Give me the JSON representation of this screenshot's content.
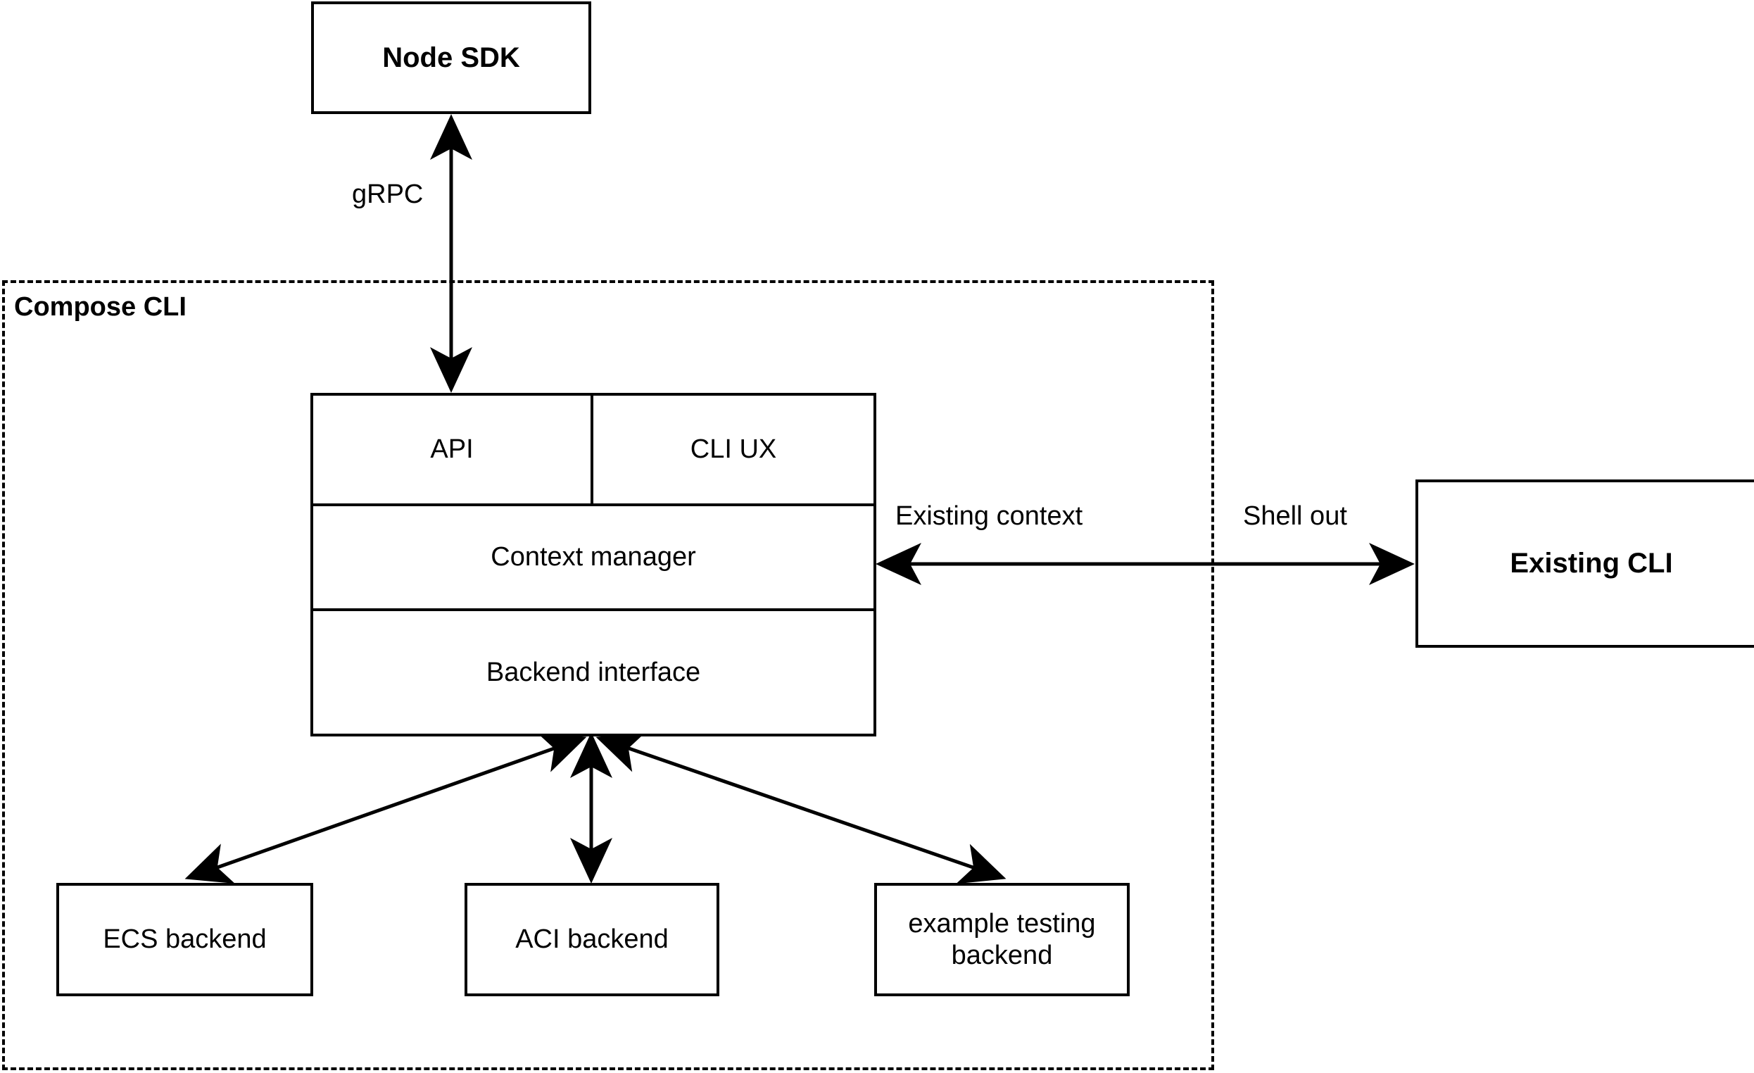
{
  "diagram": {
    "title_visible": false,
    "background": "#ffffff",
    "stroke": "#000000",
    "nodes": {
      "node_sdk": {
        "label": "Node SDK",
        "bold": true
      },
      "existing_cli": {
        "label": "Existing CLI",
        "bold": true
      },
      "ecs_backend": {
        "label": "ECS backend",
        "bold": false
      },
      "aci_backend": {
        "label": "ACI backend",
        "bold": false
      },
      "example_testing_backend": {
        "line1": "example testing",
        "line2": "backend",
        "bold": false
      }
    },
    "group": {
      "label": "Compose CLI"
    },
    "compose_stack": {
      "api": "API",
      "cli_ux": "CLI UX",
      "context_manager": "Context manager",
      "backend_interface": "Backend interface"
    },
    "edges": [
      {
        "name": "node-sdk-to-api",
        "label": "gRPC",
        "direction": "bidirectional"
      },
      {
        "name": "context-manager-to-existing-cli",
        "label_left": "Existing context",
        "label_right": "Shell out",
        "direction": "bidirectional"
      },
      {
        "name": "backend-interface-to-ecs",
        "label": "",
        "direction": "bidirectional"
      },
      {
        "name": "backend-interface-to-aci",
        "label": "",
        "direction": "bidirectional"
      },
      {
        "name": "backend-interface-to-example",
        "label": "",
        "direction": "bidirectional"
      }
    ],
    "edge_labels": {
      "grpc": "gRPC",
      "existing_context": "Existing context",
      "shell_out": "Shell out"
    }
  }
}
